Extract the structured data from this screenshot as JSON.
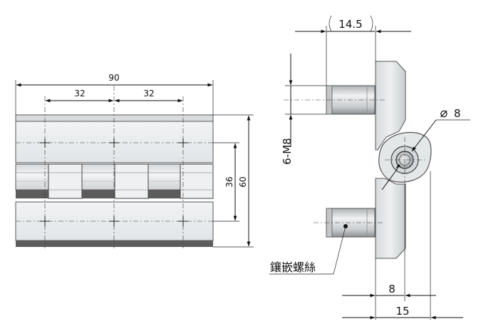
{
  "front_view": {
    "overall_width": "90",
    "hole_pitch_left": "32",
    "hole_pitch_right": "32",
    "hole_spacing_vertical": "36",
    "overall_height": "60"
  },
  "side_view": {
    "top_offset": "14.5",
    "diameter_symbol": "⌀",
    "pin_diameter": "8",
    "thread_spec": "6-M8",
    "inner_offset": "8",
    "overall_depth": "15",
    "insert_label": "鑲嵌螺絲"
  },
  "colors": {
    "plate_fill": "#e8ebec",
    "plate_dark": "#5c5c5c",
    "line": "#111111"
  }
}
